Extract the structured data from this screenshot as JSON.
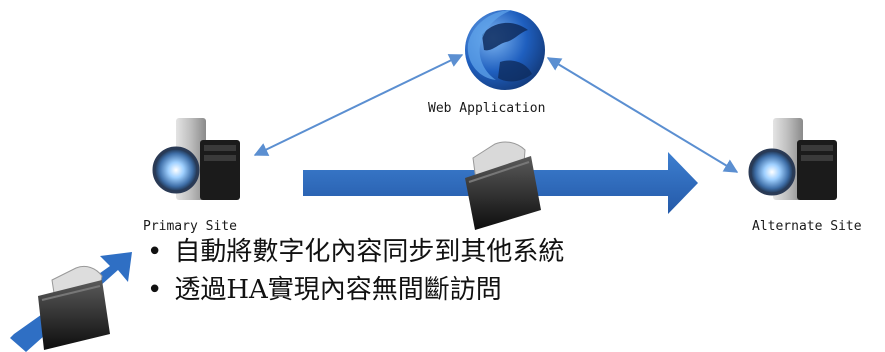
{
  "nodes": {
    "web_app": {
      "label": "Web Application",
      "icon": "firefox-globe-icon"
    },
    "primary": {
      "label": "Primary Site",
      "icon": "server-tower-icon"
    },
    "alternate": {
      "label": "Alternate Site",
      "icon": "server-tower-icon"
    }
  },
  "flow": {
    "icon": "folder-icon",
    "arrow_color": "#2f6fc4"
  },
  "bullets": [
    "自動將數字化內容同步到其他系統",
    "透過HA實現內容無間斷訪問"
  ],
  "colors": {
    "link_arrow": "#5b8fd1",
    "sync_arrow": "#2f6fc4",
    "globe": "#1f5fbf"
  }
}
